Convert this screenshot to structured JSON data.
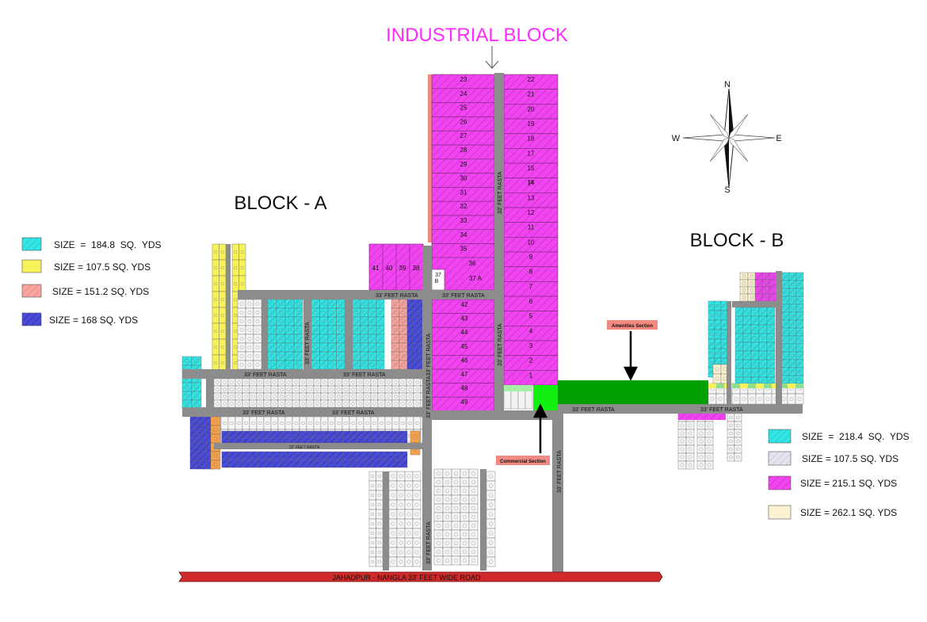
{
  "titles": {
    "industrial": "INDUSTRIAL BLOCK",
    "block_a": "BLOCK - A",
    "block_b": "BLOCK - B"
  },
  "compass": {
    "n": "N",
    "s": "S",
    "e": "E",
    "w": "W"
  },
  "legend_a": [
    {
      "label": "SIZE  =  184.8  SQ.  YDS",
      "color": "#33e6e6",
      "hatch": true
    },
    {
      "label": "SIZE = 107.5 SQ. YDS",
      "color": "#f7f25a",
      "hatch": false
    },
    {
      "label": "SIZE = 151.2 SQ. YDS",
      "color": "#f7a6a0",
      "hatch": true
    },
    {
      "label": "SIZE = 168 SQ. YDS",
      "color": "#4a4ad8",
      "hatch": true
    }
  ],
  "legend_b": [
    {
      "label": "SIZE  =  218.4  SQ.  YDS",
      "color": "#33e6e6",
      "hatch": true
    },
    {
      "label": "SIZE = 107.5 SQ. YDS",
      "color": "#e4e4ee",
      "hatch": true
    },
    {
      "label": "SIZE = 215.1 SQ. YDS",
      "color": "#f044f0",
      "hatch": true
    },
    {
      "label": "SIZE = 262.1 SQ. YDS",
      "color": "#fbf1d2",
      "hatch": false
    }
  ],
  "roads": {
    "main": "JAHADPUR - NANGLA 33' FEET WIDE ROAD",
    "rasta_33": "33' FEET RASTA",
    "rasta_33_joined": "33' FEET RASTA33' FEET RASTA",
    "rasta_22": "22' FEET RASTA"
  },
  "sections": {
    "amenities": "Amenities Section",
    "commercial": "Commercial Section"
  },
  "industrial_left_plots": [
    "23",
    "24",
    "25",
    "26",
    "27",
    "28",
    "29",
    "30",
    "31",
    "32",
    "33",
    "34",
    "35"
  ],
  "industrial_left_lower_plots": [
    "42",
    "43",
    "44",
    "45",
    "46",
    "47",
    "48",
    "49"
  ],
  "industrial_right_plots": [
    "22",
    "21",
    "20",
    "19",
    "18",
    "17",
    "15",
    "14",
    "13",
    "12",
    "11",
    "10",
    "9",
    "8",
    "7",
    "6",
    "5",
    "4",
    "3",
    "2",
    "1"
  ],
  "industrial_right_extra": "16",
  "industrial_misc": {
    "p36": "36",
    "p37a": "37 A",
    "p37b": "37\nB"
  },
  "small_block_plots": [
    "41",
    "40",
    "39",
    "38"
  ],
  "colors": {
    "road": "#8c8c8c",
    "main_road": "#d02a2a",
    "green": "#00a000",
    "bright_green": "#11f011",
    "magenta": "#f044f0",
    "title_magenta": "#ff2bff",
    "label_red": "#f08a82"
  }
}
